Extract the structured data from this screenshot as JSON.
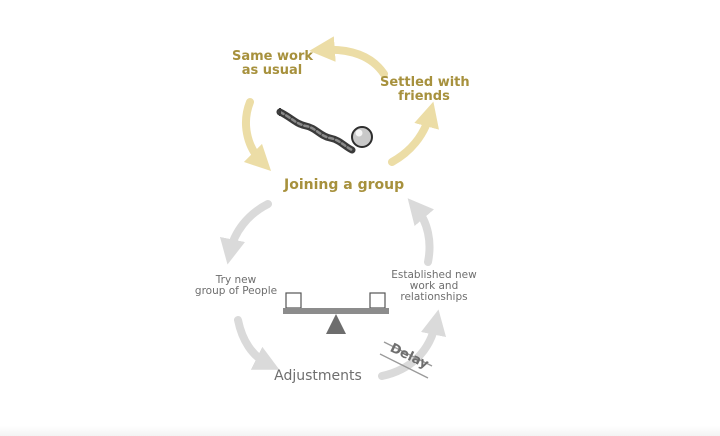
{
  "colors": {
    "gold_text": "#a7913d",
    "gold_arrow": "#ecdda6",
    "grey_arrow": "#dadada",
    "grey_text": "#6e6e6e",
    "seesaw": "#8c8c8c"
  },
  "upper_cycle": {
    "same_work": [
      "Same work",
      "as usual"
    ],
    "settled": [
      "Settled with",
      "friends"
    ],
    "joining": "Joining a group"
  },
  "lower_cycle": {
    "try_new": [
      "Try new",
      "group of People"
    ],
    "established": [
      "Established new",
      "work and",
      "relationships"
    ],
    "adjustments": "Adjustments",
    "delay": "Delay"
  },
  "icons": {
    "ball": "ball-on-rope-icon",
    "seesaw": "seesaw-balance-icon"
  }
}
